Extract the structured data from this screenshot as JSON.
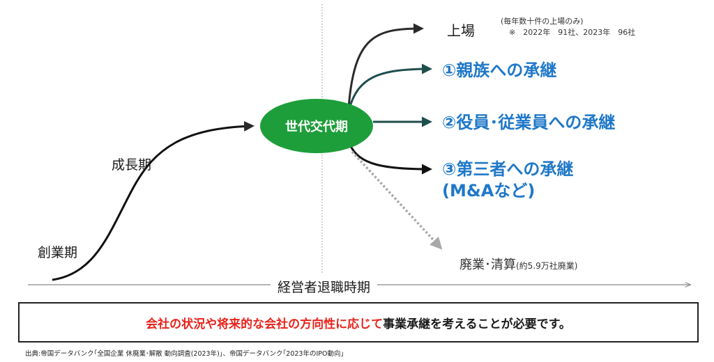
{
  "stages": {
    "founding": "創業期",
    "growth": "成長期",
    "succession_period": "世代交代期"
  },
  "ipo": {
    "title": "上場",
    "note_line1": "(毎年数十件の上場のみ)",
    "note_line2": "※　2022年　91社、2023年　96社"
  },
  "options": {
    "opt1": "①親族への承継",
    "opt2": "②役員･従業員への承継",
    "opt3_line1": "③第三者への承継",
    "opt3_line2": "(M&Aなど)"
  },
  "closure": {
    "label": "廃業･清算",
    "note": "(約5.9万社廃業)"
  },
  "axis": {
    "label": "経営者退職時期"
  },
  "message": {
    "highlight": "会社の状況や将来的な会社の方向性に応じて",
    "rest": "事業承継を考えることが必要です。"
  },
  "source": "出典:帝国データバンク｢全国企業 休廃業･解散 動向調査(2023年)｣、帝国データバンク｢2023年のIPO動向｣",
  "colors": {
    "circle": "#1e9e3a",
    "option_text": "#1f78c8",
    "teal_arrow": "#1f4e4e",
    "highlight": "#e8231b"
  }
}
